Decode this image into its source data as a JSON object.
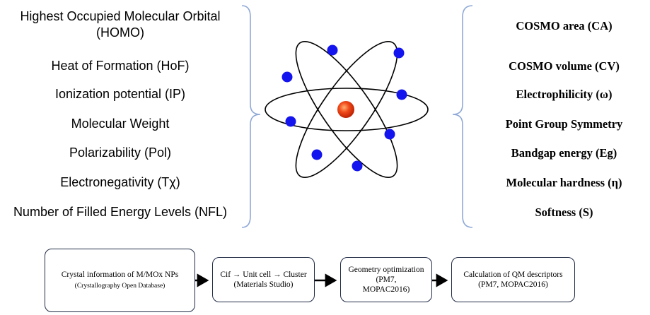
{
  "left_descriptors": [
    "Highest Occupied Molecular Orbital",
    "(HOMO)",
    "Heat of Formation (HoF)",
    "Ionization potential (IP)",
    "Molecular Weight",
    "Polarizability (Pol)",
    "Electronegativity (Tχ)",
    "Number of Filled Energy Levels (NFL)"
  ],
  "right_descriptors": [
    "COSMO area (CA)",
    "COSMO volume (CV)",
    "Electrophilicity (ω)",
    "Point Group Symmetry",
    "Bandgap energy (Eg)",
    "Molecular hardness (η)",
    "Softness (S)"
  ],
  "workflow": {
    "step1_line1": "Crystal information of M/MOx NPs",
    "step1_line2": "(Crystallography Open Database)",
    "step2_line1": "Cif → Unit cell → Cluster",
    "step2_line2": "(Materials Studio)",
    "step3_line1": "Geometry optimization (PM7,",
    "step3_line2": "MOPAC2016)",
    "step4_line1": "Calculation of QM descriptors",
    "step4_line2": "(PM7, MOPAC2016)"
  },
  "colors": {
    "brace": "#8fa9d6",
    "electron": "#1414ee",
    "nucleus": "#e53a10",
    "box_border": "#1f2a44",
    "arrow": "#000000"
  },
  "icons": {
    "atom": "atom-model-icon"
  }
}
